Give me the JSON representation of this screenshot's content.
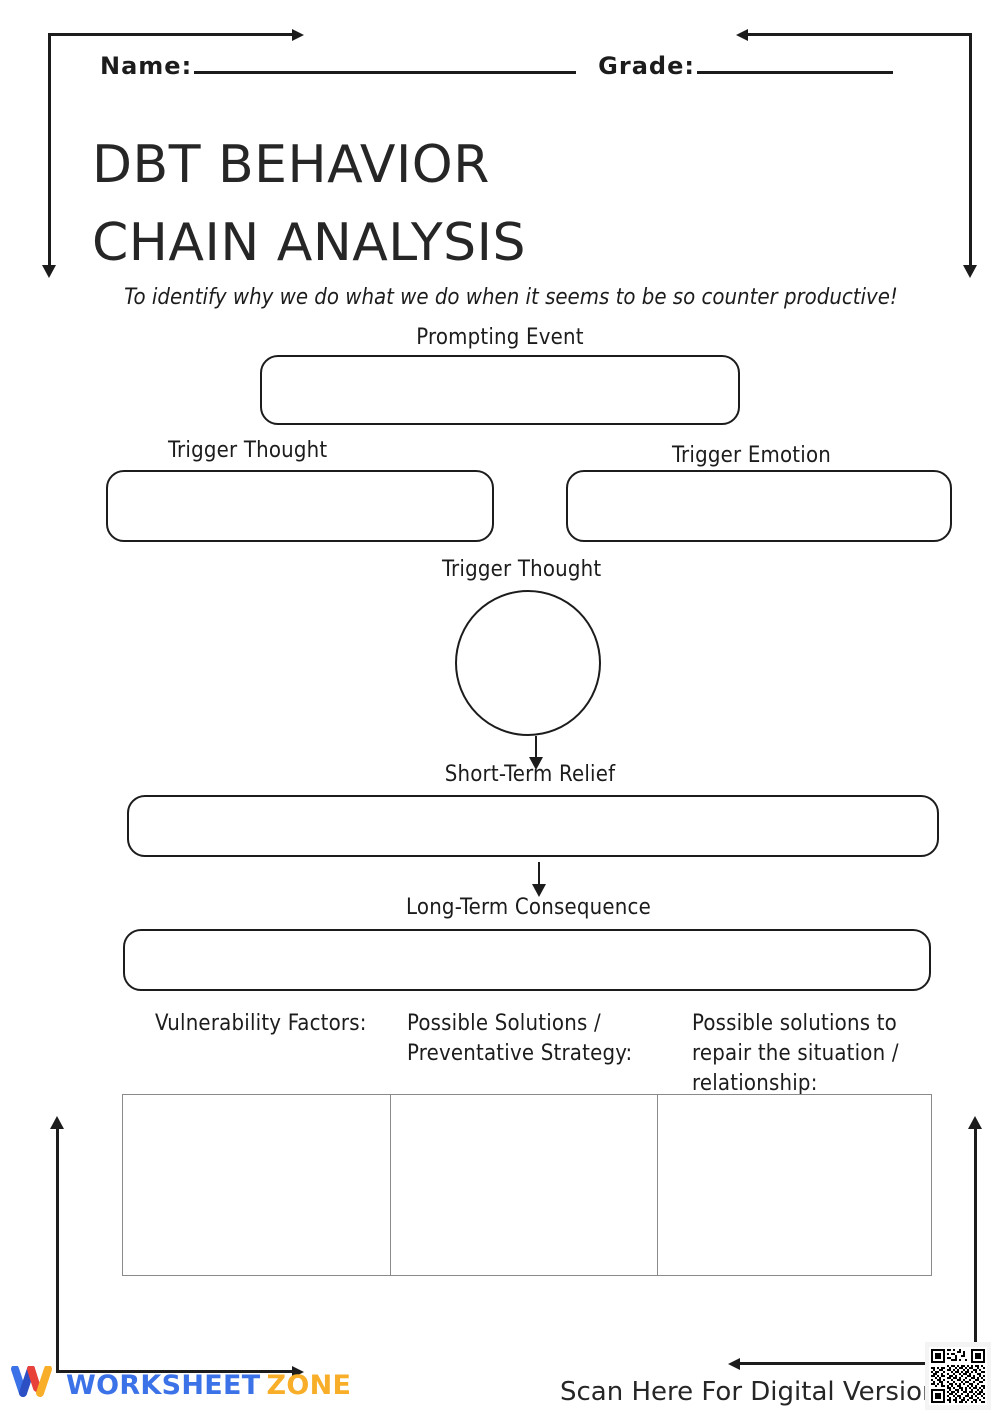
{
  "header": {
    "name_label": "Name:",
    "grade_label": "Grade:",
    "name_value": "",
    "grade_value": ""
  },
  "title": {
    "line1": "DBT BEHAVIOR",
    "line2": "CHAIN ANALYSIS"
  },
  "subtitle": "To identify why we do what we do when it seems to be so counter productive!",
  "diagram": {
    "prompting_event_label": "Prompting Event",
    "prompting_event_value": "",
    "trigger_thought_label": "Trigger Thought",
    "trigger_thought_value": "",
    "trigger_emotion_label": "Trigger Emotion",
    "trigger_emotion_value": "",
    "circle_label": "Trigger Thought",
    "circle_value": "",
    "short_term_relief_label": "Short-Term Relief",
    "short_term_relief_value": "",
    "long_term_consequence_label": "Long-Term Consequence",
    "long_term_consequence_value": ""
  },
  "table": {
    "headers": [
      "Vulnerability Factors:",
      "Possible Solutions / Preventative Strategy:",
      "Possible solutions to repair the situation / relationship:"
    ],
    "rows": [
      [
        "",
        "",
        ""
      ]
    ]
  },
  "footer": {
    "logo_primary": "WORKSHEET",
    "logo_secondary": "ZONE",
    "scan_text": "Scan Here For Digital Version",
    "qr_name": "qr-code"
  },
  "colors": {
    "ink": "#1c1c1c",
    "logo_blue": "#3B72E8",
    "logo_orange": "#F8AE28",
    "logo_red": "#E8413A",
    "grid": "#8a8a8a"
  }
}
